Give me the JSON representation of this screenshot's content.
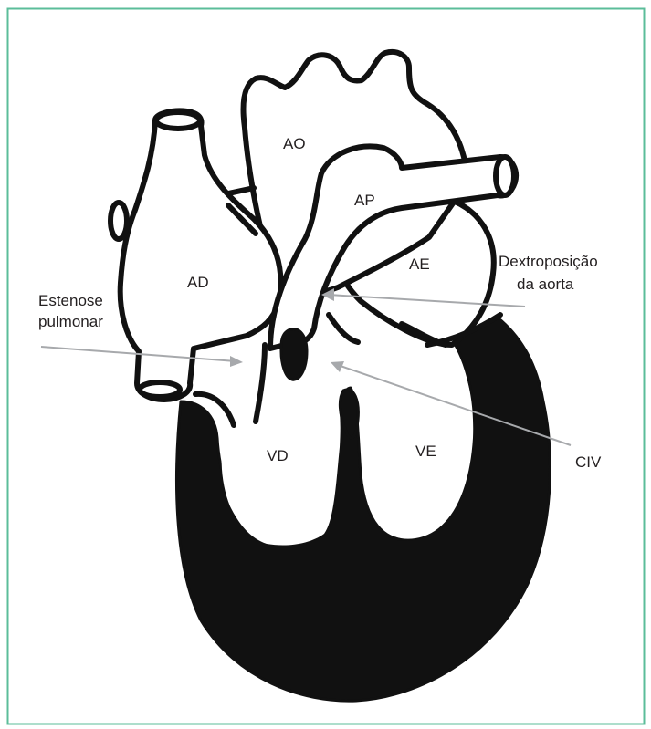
{
  "colors": {
    "frame": "#5bbd9a",
    "outline": "#111111",
    "arrow": "#a7a9ac",
    "text": "#231f20",
    "background": "#ffffff"
  },
  "labels": {
    "ao": "AO",
    "ap": "AP",
    "ad": "AD",
    "ae": "AE",
    "vd": "VD",
    "ve": "VE",
    "estenose_line1": "Estenose",
    "estenose_line2": "pulmonar",
    "dextro_line1": "Dextroposição",
    "dextro_line2": "da aorta",
    "civ": "CIV"
  }
}
